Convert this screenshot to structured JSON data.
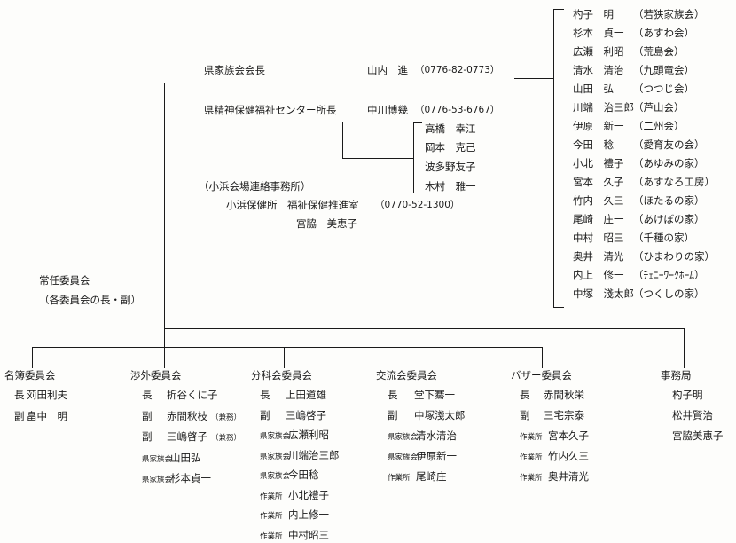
{
  "top_left": {
    "federation_chair": {
      "role": "県家族会会長",
      "name": "山内　進",
      "phone": "（0776-82-0773）"
    },
    "center_director": {
      "role": "県精神保健福祉センター所長",
      "name": "中川博幾",
      "phone": "（0776-53-6767）"
    },
    "center_staff": [
      "高橋　幸江",
      "岡本　克己",
      "波多野友子",
      "木村　雅一"
    ],
    "obama_office": {
      "label": "（小浜会場連絡事務所）",
      "line1": "小浜保健所　福祉保健推進室",
      "phone": "（0770-52-1300）",
      "person": "宮脇　美恵子"
    }
  },
  "standing_committee": {
    "line1": "常任委員会",
    "line2": "（各委員会の長・副）"
  },
  "member_groups": [
    {
      "name": "杓子　明",
      "group": "（若狭家族会）"
    },
    {
      "name": "杉本　貞一",
      "group": "（あすわ会）"
    },
    {
      "name": "広瀬　利昭",
      "group": "（荒島会）"
    },
    {
      "name": "清水　清治",
      "group": "（九頭竜会）"
    },
    {
      "name": "山田　弘",
      "group": "（つつじ会）"
    },
    {
      "name": "川端　治三郎",
      "group": "（芦山会）"
    },
    {
      "name": "伊原　新一",
      "group": "（二州会）"
    },
    {
      "name": "今田　稔",
      "group": "（愛育友の会）"
    },
    {
      "name": "小北　禮子",
      "group": "（あゆみの家）"
    },
    {
      "name": "宮本　久子",
      "group": "（あすなろ工房）"
    },
    {
      "name": "竹内　久三",
      "group": "（ほたるの家）"
    },
    {
      "name": "尾崎　庄一",
      "group": "（あけぼの家）"
    },
    {
      "name": "中村　昭三",
      "group": "（千種の家）"
    },
    {
      "name": "奥井　清光",
      "group": "（ひまわりの家）"
    },
    {
      "name": "内上　修一",
      "group": "（ﾁｪﾆｰﾜｰｸﾎｰﾑ）"
    },
    {
      "name": "中塚　淺太郎",
      "group": "（つくしの家）"
    }
  ],
  "committees": [
    {
      "title": "名簿委員会",
      "members": [
        {
          "role": "長",
          "name": "苅田利夫"
        },
        {
          "role": "副",
          "name": "畠中　明"
        }
      ]
    },
    {
      "title": "渉外委員会",
      "members": [
        {
          "role": "長",
          "name": "折谷くに子"
        },
        {
          "role": "副",
          "name": "赤間秋枝",
          "note": "（兼務）"
        },
        {
          "role": "副",
          "name": "三嶋啓子",
          "note": "（兼務）"
        },
        {
          "role": "県家族会",
          "name": "山田弘"
        },
        {
          "role": "県家族会",
          "name": "杉本貞一"
        }
      ]
    },
    {
      "title": "分科会委員会",
      "members": [
        {
          "role": "長",
          "name": "上田道雄"
        },
        {
          "role": "副",
          "name": "三嶋啓子"
        },
        {
          "role": "県家族会",
          "name": "広瀬利昭"
        },
        {
          "role": "県家族会",
          "name": "川端治三郎"
        },
        {
          "role": "県家族会",
          "name": "今田稔"
        },
        {
          "role": "作業所",
          "name": "小北禮子"
        },
        {
          "role": "作業所",
          "name": "内上修一"
        },
        {
          "role": "作業所",
          "name": "中村昭三"
        }
      ]
    },
    {
      "title": "交流会委員会",
      "members": [
        {
          "role": "長",
          "name": "堂下騫一"
        },
        {
          "role": "副",
          "name": "中塚淺太郎"
        },
        {
          "role": "県家族会",
          "name": "清水清治"
        },
        {
          "role": "県家族会",
          "name": "伊原新一"
        },
        {
          "role": "作業所",
          "name": "尾崎庄一"
        }
      ]
    },
    {
      "title": "バザー委員会",
      "members": [
        {
          "role": "長",
          "name": "赤間秋栄"
        },
        {
          "role": "副",
          "name": "三宅宗泰"
        },
        {
          "role": "作業所",
          "name": "宮本久子"
        },
        {
          "role": "作業所",
          "name": "竹内久三"
        },
        {
          "role": "作業所",
          "name": "奥井清光"
        }
      ]
    },
    {
      "title": "事務局",
      "members": [
        {
          "role": "",
          "name": "杓子明"
        },
        {
          "role": "",
          "name": "松井賢治"
        },
        {
          "role": "",
          "name": "宮脇美恵子"
        }
      ]
    }
  ]
}
